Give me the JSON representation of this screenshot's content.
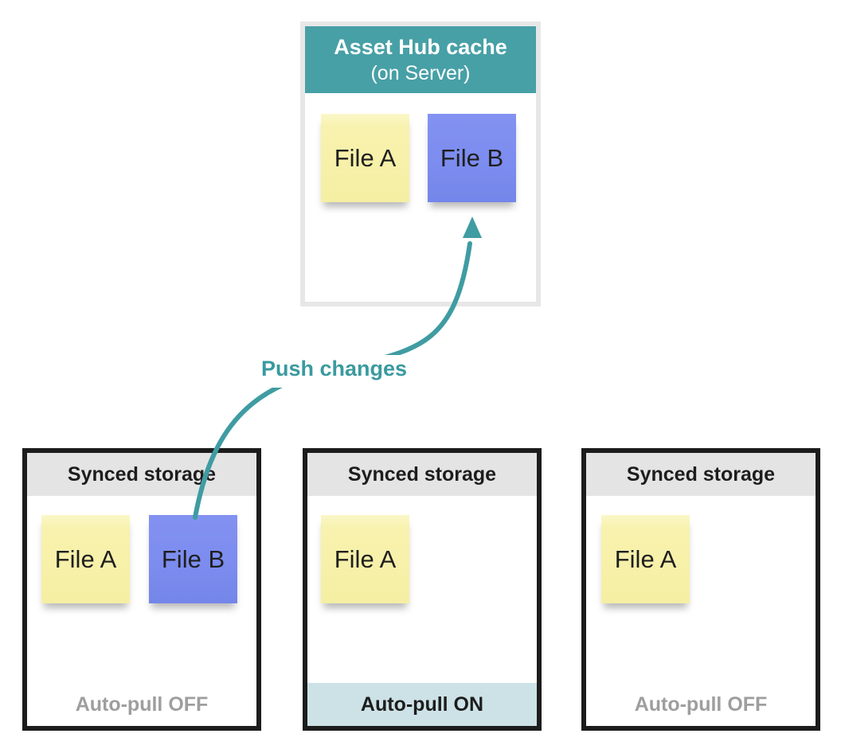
{
  "hub": {
    "title": "Asset Hub cache",
    "subtitle": "(on Server)",
    "files": [
      {
        "label": "File A",
        "color": "yellow"
      },
      {
        "label": "File B",
        "color": "blue"
      }
    ]
  },
  "arrow": {
    "label": "Push changes",
    "from": "File B in left Synced storage",
    "to": "File B in Asset Hub cache"
  },
  "storage": {
    "boxes": [
      {
        "title": "Synced storage",
        "files": [
          {
            "label": "File A",
            "color": "yellow"
          },
          {
            "label": "File B",
            "color": "blue"
          }
        ],
        "footer": "Auto-pull OFF",
        "autopull": "off"
      },
      {
        "title": "Synced storage",
        "files": [
          {
            "label": "File A",
            "color": "yellow"
          }
        ],
        "footer": "Auto-pull ON",
        "autopull": "on"
      },
      {
        "title": "Synced storage",
        "files": [
          {
            "label": "File A",
            "color": "yellow"
          }
        ],
        "footer": "Auto-pull OFF",
        "autopull": "off"
      }
    ]
  },
  "colors": {
    "teal_header": "#47a0a6",
    "arrow_teal": "#3f9ca2",
    "label_teal": "#3a9aa0",
    "note_yellow": "#f7f1aa",
    "note_blue": "#7c8cef",
    "storage_header_gray": "#e4e4e4",
    "storage_border_dark": "#1c1c1c",
    "hub_border_gray": "#e7e7e7",
    "footer_on_bg": "#cde2e6",
    "footer_off_text": "#9e9e9e"
  }
}
